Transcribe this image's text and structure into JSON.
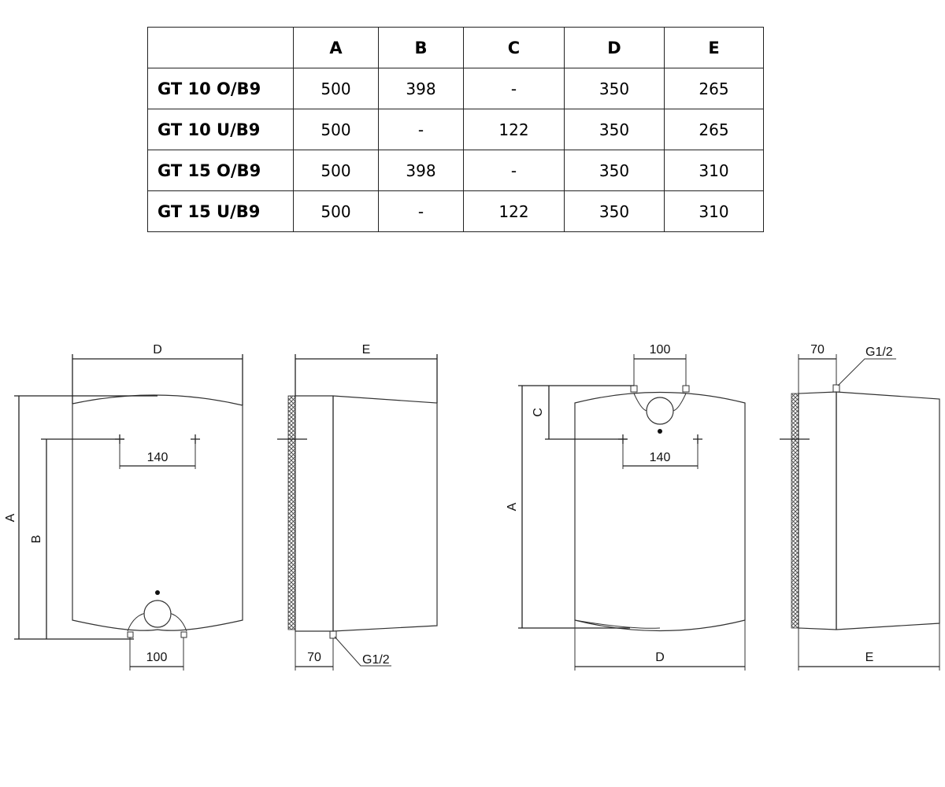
{
  "table": {
    "headers": [
      "",
      "A",
      "B",
      "C",
      "D",
      "E"
    ],
    "rows": [
      {
        "model": "GT 10 O/B9",
        "A": "500",
        "B": "398",
        "C": "-",
        "D": "350",
        "E": "265"
      },
      {
        "model": "GT 10 U/B9",
        "A": "500",
        "B": "-",
        "C": "122",
        "D": "350",
        "E": "265"
      },
      {
        "model": "GT 15 O/B9",
        "A": "500",
        "B": "398",
        "C": "-",
        "D": "350",
        "E": "310"
      },
      {
        "model": "GT 15 U/B9",
        "A": "500",
        "B": "-",
        "C": "122",
        "D": "350",
        "E": "310"
      }
    ]
  },
  "drawings": {
    "over_sink_front": {
      "width_label": "D",
      "height_label": "A",
      "mount_height_label": "B",
      "mount_spacing": "140",
      "pipe_spacing": "100"
    },
    "over_sink_side": {
      "depth_label": "E",
      "pipe_offset": "70",
      "thread": "G1/2"
    },
    "under_sink_front": {
      "pipe_spacing": "100",
      "top_offset_label": "C",
      "mount_spacing": "140",
      "height_label": "A",
      "width_label": "D"
    },
    "under_sink_side": {
      "pipe_offset": "70",
      "thread": "G1/2",
      "depth_label": "E"
    }
  }
}
